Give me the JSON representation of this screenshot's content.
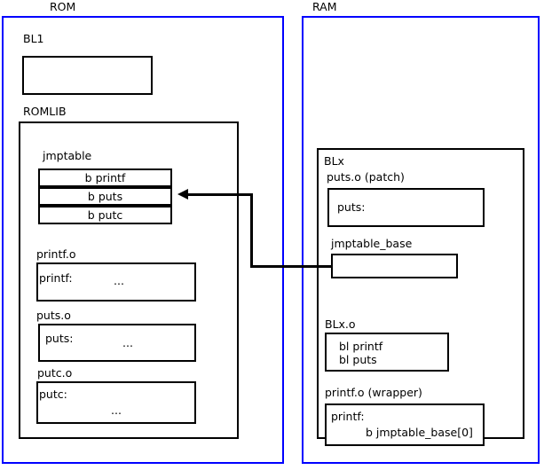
{
  "diagram": {
    "title_rom": "ROM",
    "title_ram": "RAM"
  },
  "rom": {
    "label": "ROM",
    "bl1": {
      "label": "BL1",
      "content": ""
    },
    "romlib": {
      "label": "ROMLIB",
      "jmptable": {
        "label": "jmptable",
        "rows": [
          {
            "text": "b printf"
          },
          {
            "text": "b puts"
          },
          {
            "text": "b putc"
          }
        ]
      },
      "objects": [
        {
          "label": "printf.o",
          "symbol": "printf:",
          "ellipsis": "..."
        },
        {
          "label": "puts.o",
          "symbol": "puts:",
          "ellipsis": "..."
        },
        {
          "label": "putc.o",
          "symbol": "putc:",
          "ellipsis": "..."
        }
      ]
    }
  },
  "ram": {
    "label": "RAM",
    "blx": {
      "label": "BLx",
      "puts_patch": {
        "label": "puts.o (patch)",
        "symbol": "puts:"
      },
      "jmptable_base": {
        "label": "jmptable_base",
        "content": ""
      },
      "blx_o": {
        "label": "BLx.o",
        "line1": "bl printf",
        "line2": "bl puts"
      },
      "printf_wrapper": {
        "label": "printf.o (wrapper)",
        "symbol": "printf:",
        "branch": "b jmptable_base[0]"
      }
    }
  },
  "connector": {
    "name": "jmptable-base-to-b-puts-arrow",
    "color": "#000000"
  }
}
